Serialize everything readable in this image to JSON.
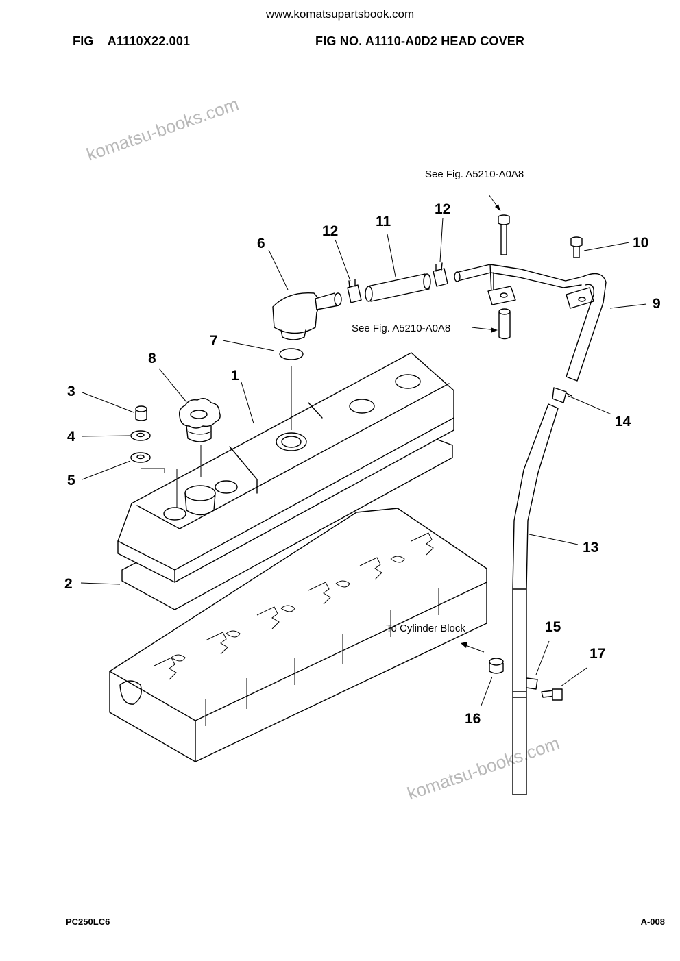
{
  "header": {
    "site": "www.komatsupartsbook.com",
    "fig_code_label": "FIG",
    "fig_code": "A1110X22.001",
    "fig_title": "FIG NO. A1110-A0D2 HEAD COVER"
  },
  "footer": {
    "model": "PC250LC6",
    "page": "A-008"
  },
  "watermarks": [
    "komatsu-books.com",
    "komatsu-books.com",
    "komatsu-books.com"
  ],
  "notes": {
    "see_fig_top": "See Fig. A5210-A0A8",
    "see_fig_mid": "See Fig. A5210-A0A8",
    "to_cylinder_block": "To Cylinder Block"
  },
  "callouts": [
    "1",
    "2",
    "3",
    "4",
    "5",
    "6",
    "7",
    "8",
    "9",
    "10",
    "11",
    "12",
    "12",
    "13",
    "14",
    "15",
    "16",
    "17"
  ]
}
